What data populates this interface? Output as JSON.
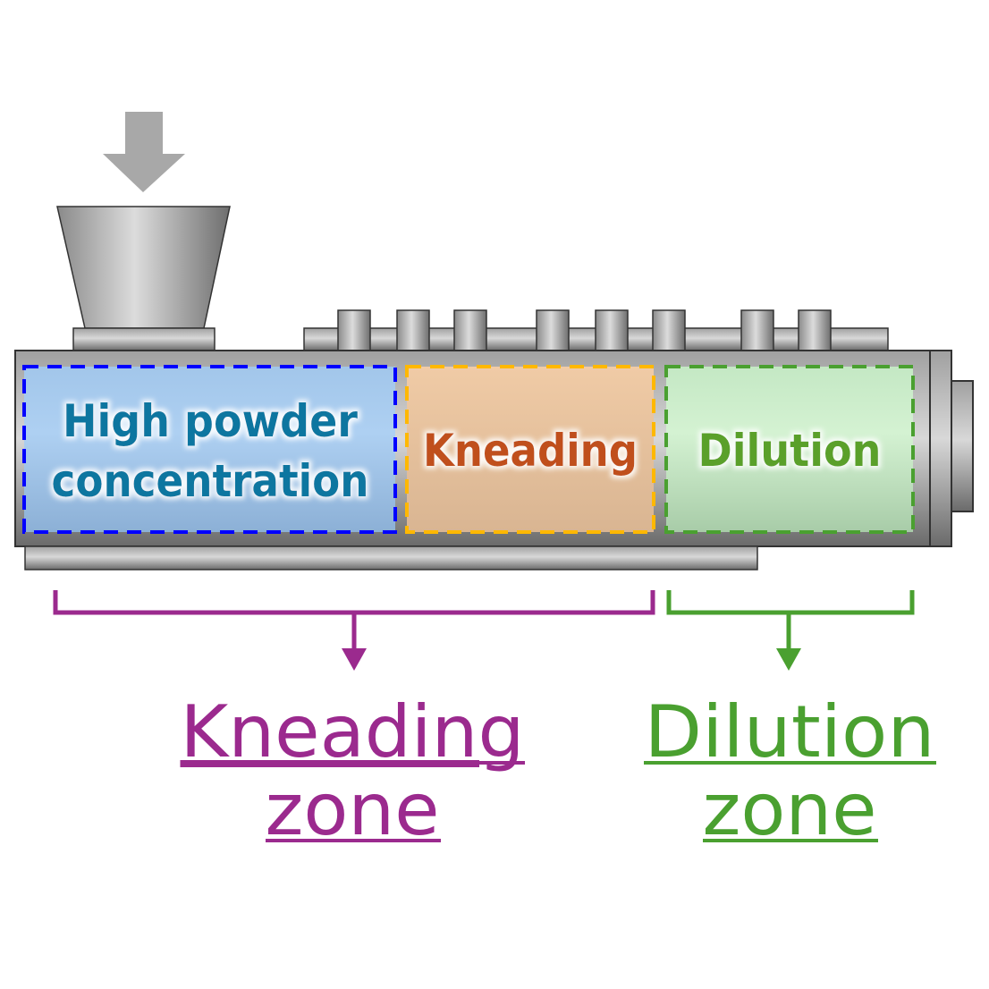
{
  "zones": {
    "high_powder": {
      "line1": "High powder",
      "line2": "concentration",
      "text_color": "#0d76a0",
      "border_color": "#0000ff"
    },
    "kneading": {
      "label": "Kneading",
      "text_color": "#c0501a",
      "border_color": "#ffb800"
    },
    "dilution": {
      "label": "Dilution",
      "text_color": "#5aa02a",
      "border_color": "#4aa030"
    }
  },
  "bottom_labels": {
    "kneading_zone": {
      "line1": "Kneading",
      "line2": "zone",
      "color": "#9b2a8e"
    },
    "dilution_zone": {
      "line1": "Dilution",
      "line2": "zone",
      "color": "#4aa030"
    }
  }
}
